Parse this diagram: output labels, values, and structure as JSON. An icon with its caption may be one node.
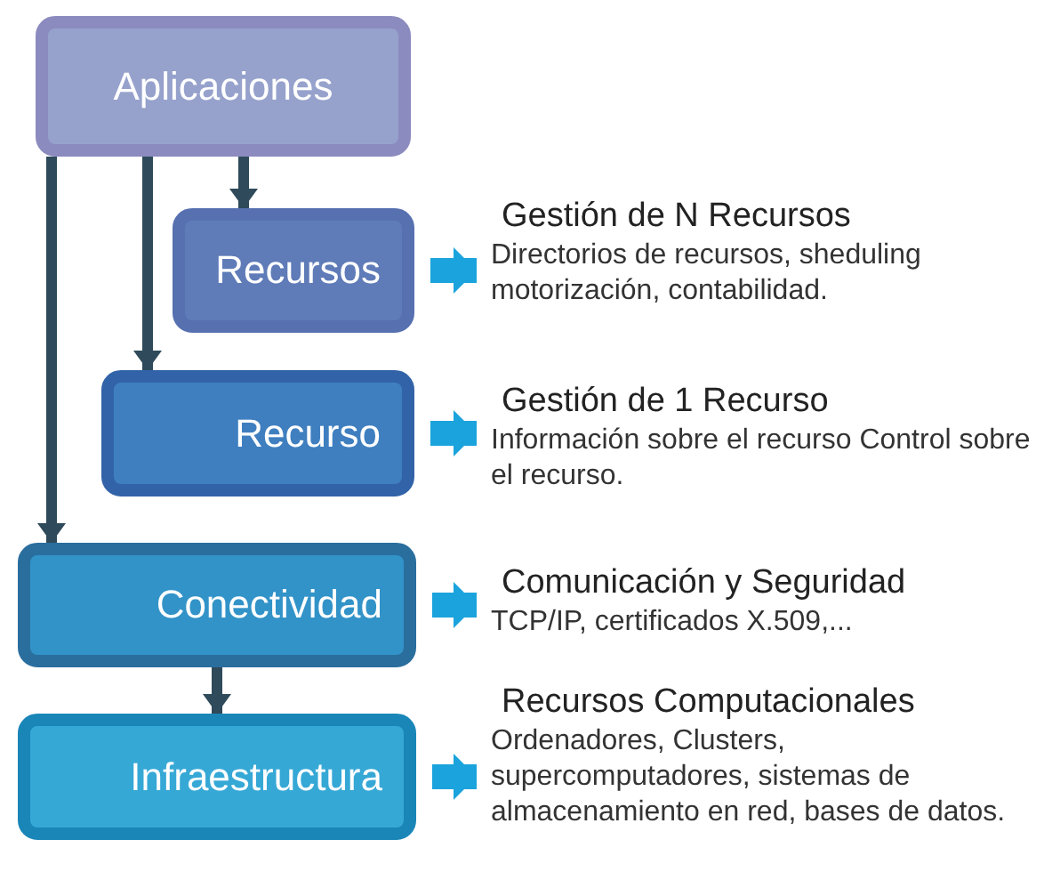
{
  "diagram": {
    "nodes": [
      {
        "text": [
          "Aplicaciones"
        ]
      },
      {
        "text": [
          "Recursos"
        ]
      },
      {
        "text": [
          "Recurso"
        ]
      },
      {
        "text": [
          "Conectividad"
        ]
      },
      {
        "text": [
          "Infraestructura"
        ]
      },
      {
        "text": [
          "Gestión de N Recursos",
          "Directorios de recursos, sheduling motorización, contabilidad."
        ]
      },
      {
        "text": [
          "Gestión de 1 Recurso",
          "Información sobre el recurso Control sobre el recurso."
        ]
      },
      {
        "text": [
          "Comunicación y Seguridad",
          "TCP/IP, certificados X.509,..."
        ]
      },
      {
        "text": [
          "Recursos Computacionales",
          "Ordenadores, Clusters, supercomputadores, sistemas de almacenamiento en red, bases de datos."
        ]
      }
    ],
    "edges": [
      {
        "from": 0,
        "to": 1,
        "arrow": "to"
      },
      {
        "from": 0,
        "to": 2,
        "arrow": "to"
      },
      {
        "from": 0,
        "to": 3,
        "arrow": "to"
      },
      {
        "from": 3,
        "to": 4,
        "arrow": "to"
      },
      {
        "from": 1,
        "to": 5,
        "arrow": "to",
        "color": "#1aa3dc",
        "style": "thick"
      },
      {
        "from": 2,
        "to": 6,
        "arrow": "to",
        "color": "#1aa3dc",
        "style": "thick"
      },
      {
        "from": 3,
        "to": 7,
        "arrow": "to",
        "color": "#1aa3dc",
        "style": "thick"
      },
      {
        "from": 4,
        "to": 8,
        "arrow": "to",
        "color": "#1aa3dc",
        "style": "thick"
      }
    ]
  }
}
